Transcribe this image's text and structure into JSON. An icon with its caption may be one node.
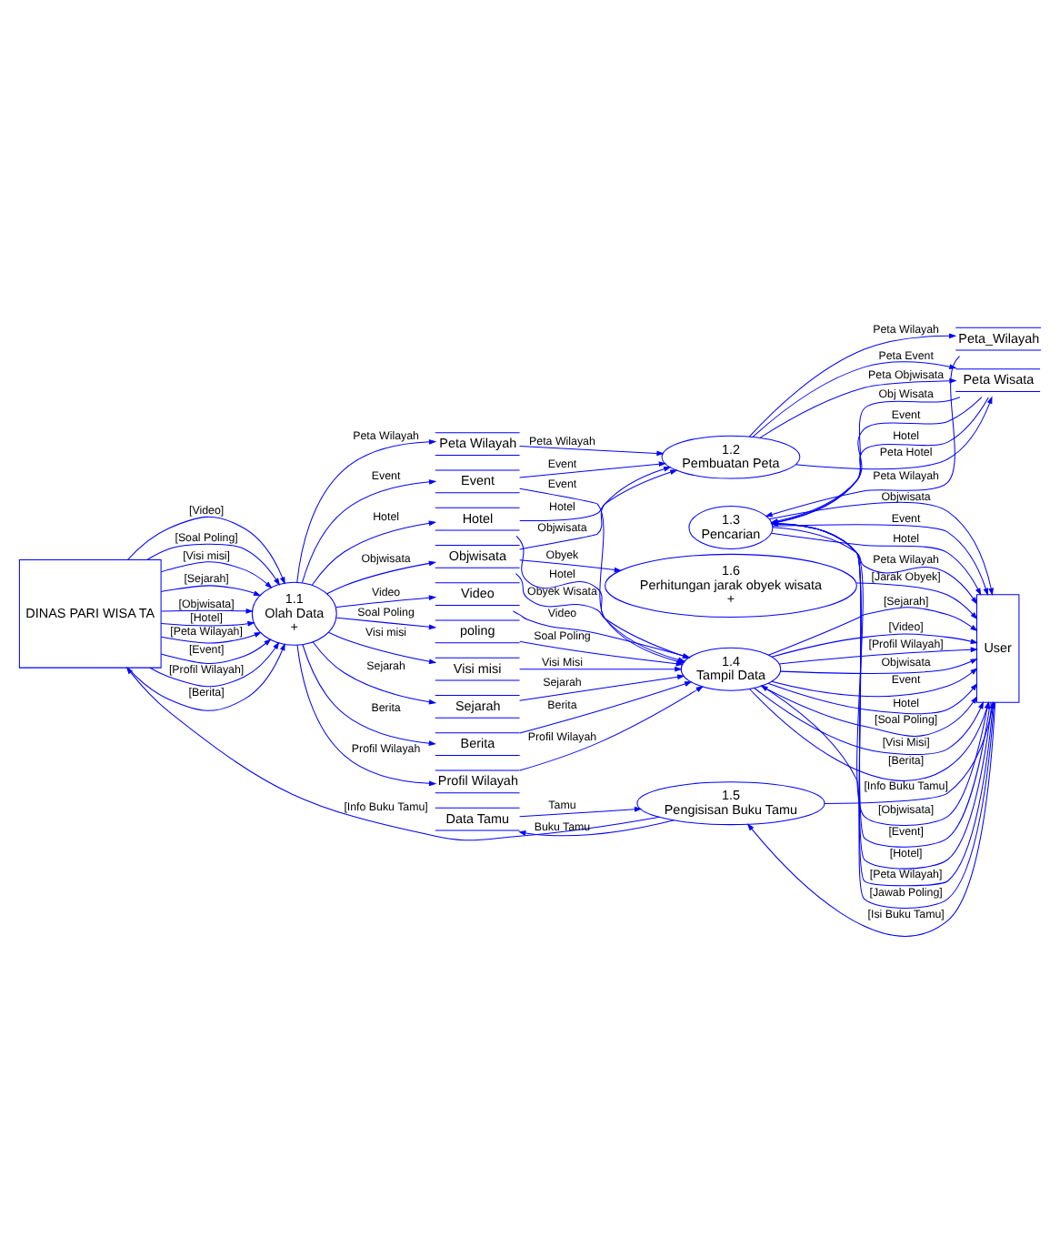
{
  "diagram": {
    "nodes": [
      {
        "text": [
          "DINAS PARI WISA TA"
        ]
      },
      {
        "text": [
          "1.1",
          "Olah Data",
          "+"
        ]
      },
      {
        "text": [
          "Peta Wilayah"
        ]
      },
      {
        "text": [
          "Objwisata"
        ]
      },
      {
        "text": [
          "Hotel"
        ]
      },
      {
        "text": [
          "Event"
        ]
      },
      {
        "text": [
          "Visi misi"
        ]
      },
      {
        "text": [
          "Sejarah"
        ]
      },
      {
        "text": [
          "Berita"
        ]
      },
      {
        "text": [
          "Profil Wilayah"
        ]
      },
      {
        "text": [
          "Video"
        ]
      },
      {
        "text": [
          "poling"
        ]
      },
      {
        "text": [
          "1.2",
          "Pembuatan Peta"
        ]
      },
      {
        "text": [
          "Peta Wisata"
        ]
      },
      {
        "text": [
          "Peta_Wilayah"
        ]
      },
      {
        "text": [
          "1.3",
          "Pencarian"
        ]
      },
      {
        "text": [
          "1.6",
          "Perhitungan jarak obyek wisata",
          "+"
        ]
      },
      {
        "text": [
          "1.4",
          "Tampil Data"
        ]
      },
      {
        "text": [
          "Data Tamu"
        ]
      },
      {
        "text": [
          "1.5",
          "Pengisisan Buku Tamu"
        ]
      },
      {
        "text": [
          "User"
        ]
      }
    ],
    "edges": [
      {
        "from": 0,
        "to": 1,
        "arrow": "to",
        "label": "[Visi misi]"
      },
      {
        "from": 0,
        "to": 1,
        "arrow": "to",
        "label": "[Sejarah]"
      },
      {
        "from": 0,
        "to": 1,
        "arrow": "to",
        "label": "[Objwisata]"
      },
      {
        "from": 0,
        "to": 1,
        "arrow": "to",
        "label": "[Hotel]"
      },
      {
        "from": 0,
        "to": 1,
        "arrow": "to",
        "label": "[Peta Wilayah]"
      },
      {
        "from": 0,
        "to": 1,
        "arrow": "to",
        "label": "[Event]"
      },
      {
        "from": 0,
        "to": 1,
        "arrow": "to",
        "label": "[Profil Wilayah]"
      },
      {
        "from": 0,
        "to": 1,
        "arrow": "to",
        "label": "[Berita]"
      },
      {
        "from": 0,
        "to": 1,
        "arrow": "to",
        "label": "[Video]"
      },
      {
        "from": 0,
        "to": 1,
        "arrow": "to",
        "label": "[Soal Poling]"
      },
      {
        "from": 1,
        "to": 2,
        "arrow": "to",
        "label": "Peta Wilayah"
      },
      {
        "from": 1,
        "to": 3,
        "arrow": "to",
        "label": "Objwisata"
      },
      {
        "from": 1,
        "to": 4,
        "arrow": "to",
        "label": "Hotel"
      },
      {
        "from": 1,
        "to": 5,
        "arrow": "to",
        "label": "Event"
      },
      {
        "from": 1,
        "to": 6,
        "arrow": "to",
        "label": "Visi misi"
      },
      {
        "from": 1,
        "to": 7,
        "arrow": "to",
        "label": "Sejarah"
      },
      {
        "from": 1,
        "to": 8,
        "arrow": "to",
        "label": "Berita"
      },
      {
        "from": 1,
        "to": 9,
        "arrow": "to",
        "label": "Profil Wilayah"
      },
      {
        "from": 1,
        "to": 10,
        "arrow": "to",
        "label": "Video"
      },
      {
        "from": 1,
        "to": 11,
        "arrow": "to",
        "label": "Soal Poling"
      },
      {
        "from": 2,
        "to": 12,
        "arrow": "to",
        "label": "Peta Wilayah"
      },
      {
        "from": 3,
        "to": 12,
        "arrow": "to",
        "label": "Objwisata"
      },
      {
        "from": 4,
        "to": 12,
        "arrow": "to",
        "label": "Hotel"
      },
      {
        "from": 5,
        "to": 12,
        "arrow": "to",
        "label": "Event"
      },
      {
        "from": 12,
        "to": 13,
        "arrow": "to",
        "label": "Peta Hotel"
      },
      {
        "from": 12,
        "to": 13,
        "arrow": "to",
        "label": "Peta Event"
      },
      {
        "from": 12,
        "to": 13,
        "arrow": "to",
        "label": "Peta Objwisata"
      },
      {
        "from": 12,
        "to": 14,
        "arrow": "to",
        "label": "Peta Wilayah"
      },
      {
        "from": 14,
        "to": 15,
        "arrow": "to",
        "label": "Peta Wilayah"
      },
      {
        "from": 13,
        "to": 15,
        "arrow": "to",
        "label": "Obj Wisata"
      },
      {
        "from": 13,
        "to": 15,
        "arrow": "to",
        "label": "Event"
      },
      {
        "from": 13,
        "to": 15,
        "arrow": "to",
        "label": "Hotel"
      },
      {
        "from": 3,
        "to": 16,
        "arrow": "to",
        "label": "Obyek"
      },
      {
        "from": 3,
        "to": 17,
        "arrow": "to",
        "label": "Obyek Wisata"
      },
      {
        "from": 4,
        "to": 17,
        "arrow": "to",
        "label": "Hotel"
      },
      {
        "from": 5,
        "to": 17,
        "arrow": "to",
        "label": "Event"
      },
      {
        "from": 6,
        "to": 17,
        "arrow": "to",
        "label": "Visi Misi"
      },
      {
        "from": 7,
        "to": 17,
        "arrow": "to",
        "label": "Sejarah"
      },
      {
        "from": 8,
        "to": 17,
        "arrow": "to",
        "label": "Berita"
      },
      {
        "from": 9,
        "to": 17,
        "arrow": "to",
        "label": "Profil Wilayah"
      },
      {
        "from": 10,
        "to": 17,
        "arrow": "to",
        "label": "Video"
      },
      {
        "from": 11,
        "to": 17,
        "arrow": "to",
        "label": "Soal Poling"
      },
      {
        "from": 20,
        "to": 15,
        "arrow": "to",
        "label": "[Objwisata]"
      },
      {
        "from": 15,
        "to": 20,
        "arrow": "to",
        "label": "Objwisata"
      },
      {
        "from": 20,
        "to": 15,
        "arrow": "to",
        "label": "[Event]"
      },
      {
        "from": 15,
        "to": 20,
        "arrow": "to",
        "label": "Event"
      },
      {
        "from": 20,
        "to": 15,
        "arrow": "to",
        "label": "[Hotel]"
      },
      {
        "from": 15,
        "to": 20,
        "arrow": "to",
        "label": "Hotel"
      },
      {
        "from": 20,
        "to": 15,
        "arrow": "to",
        "label": "[Peta Wilayah]"
      },
      {
        "from": 15,
        "to": 20,
        "arrow": "to",
        "label": "Peta Wilayah"
      },
      {
        "from": 16,
        "to": 20,
        "arrow": "to",
        "label": "[Jarak Obyek]"
      },
      {
        "from": 20,
        "to": 17,
        "arrow": "to",
        "label": "[Jawab Poling]"
      },
      {
        "from": 17,
        "to": 20,
        "arrow": "to",
        "label": "[Profil Wilayah]"
      },
      {
        "from": 17,
        "to": 20,
        "arrow": "to",
        "label": "Objwisata"
      },
      {
        "from": 17,
        "to": 20,
        "arrow": "to",
        "label": "Event"
      },
      {
        "from": 17,
        "to": 20,
        "arrow": "to",
        "label": "Hotel"
      },
      {
        "from": 17,
        "to": 20,
        "arrow": "to",
        "label": "[Soal Poling]"
      },
      {
        "from": 17,
        "to": 20,
        "arrow": "to",
        "label": "[Visi Misi]"
      },
      {
        "from": 17,
        "to": 20,
        "arrow": "to",
        "label": "[Berita]"
      },
      {
        "from": 17,
        "to": 20,
        "arrow": "to",
        "label": "[Sejarah]"
      },
      {
        "from": 17,
        "to": 20,
        "arrow": "to",
        "label": "[Video]"
      },
      {
        "from": 19,
        "to": 18,
        "arrow": "to",
        "label": "Buku Tamu"
      },
      {
        "from": 18,
        "to": 19,
        "arrow": "to",
        "label": "Tamu"
      },
      {
        "from": 19,
        "to": 0,
        "arrow": "to",
        "label": "[Info Buku Tamu]"
      },
      {
        "from": 19,
        "to": 20,
        "arrow": "to",
        "label": "[Info Buku Tamu]"
      },
      {
        "from": 20,
        "to": 19,
        "arrow": "to",
        "label": "[Isi Buku Tamu]"
      }
    ]
  }
}
